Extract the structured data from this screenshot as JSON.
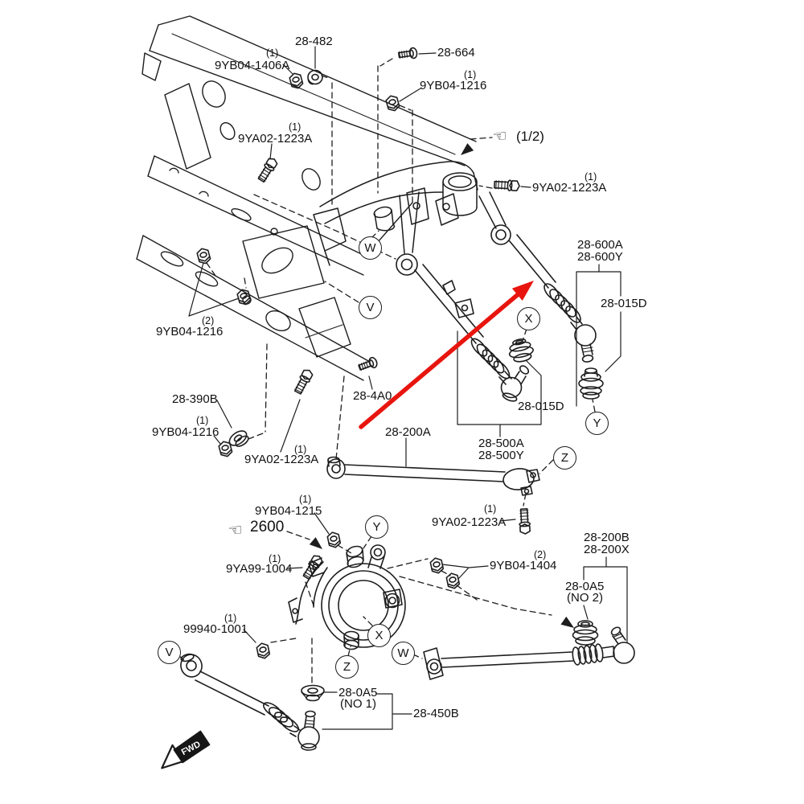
{
  "colors": {
    "line": "#1d1d1d",
    "red_arrow": "#e8150f",
    "label": "#111111"
  },
  "fwd": {
    "label": "FWD"
  },
  "icons": {
    "pointing_hand": "☜"
  },
  "callouts": {
    "w1": "W",
    "v1": "V",
    "x1": "X",
    "y1": "Y",
    "z1": "Z",
    "y2": "Y",
    "x2": "X",
    "w2": "W",
    "z2": "Z",
    "v2": "V"
  },
  "labels": {
    "nut_1406a_qty": "(1)",
    "nut_1406a": "9YB04-1406A",
    "washer_28_482": "28-482",
    "screw_28_664": "28-664",
    "nut_1216_top_qty": "(1)",
    "nut_1216_top": "9YB04-1216",
    "bolt_1223a_frame_qty": "(1)",
    "bolt_1223a_frame": "9YA02-1223A",
    "ref_half": "(1/2)",
    "bolt_1223a_right_qty": "(1)",
    "bolt_1223a_right": "9YA02-1223A",
    "link_28_600a": "28-600A",
    "link_28_600y": "28-600Y",
    "boot_28_015d_right": "28-015D",
    "nut_1216_mid_qty": "(2)",
    "nut_1216_mid": "9YB04-1216",
    "washer_28_390b": "28-390B",
    "nut_1216_low_qty": "(1)",
    "nut_1216_low": "9YB04-1216",
    "screw_28_4a0": "28-4A0",
    "bolt_1223a_mid_qty": "(1)",
    "bolt_1223a_mid": "9YA02-1223A",
    "rod_28_200a": "28-200A",
    "boot_28_015d_mid": "28-015D",
    "link_28_500a": "28-500A",
    "link_28_500y": "28-500Y",
    "nut_1215_qty": "(1)",
    "nut_1215": "9YB04-1215",
    "ref_2600": "2600",
    "bolt_1223a_low_qty": "(1)",
    "bolt_1223a_low": "9YA02-1223A",
    "bolt_9ya99_qty": "(1)",
    "bolt_9ya99": "9YA99-1004",
    "nut_1404_qty": "(2)",
    "nut_1404": "9YB04-1404",
    "link_28_200b": "28-200B",
    "link_28_200x": "28-200X",
    "bush_28_0a5_no2": "28-0A5",
    "bush_28_0a5_no2_sub": "(NO 2)",
    "nut_99940_qty": "(1)",
    "nut_99940": "99940-1001",
    "bush_28_0a5_no1": "28-0A5",
    "bush_28_0a5_no1_sub": "(NO 1)",
    "arm_28_450b": "28-450B"
  }
}
